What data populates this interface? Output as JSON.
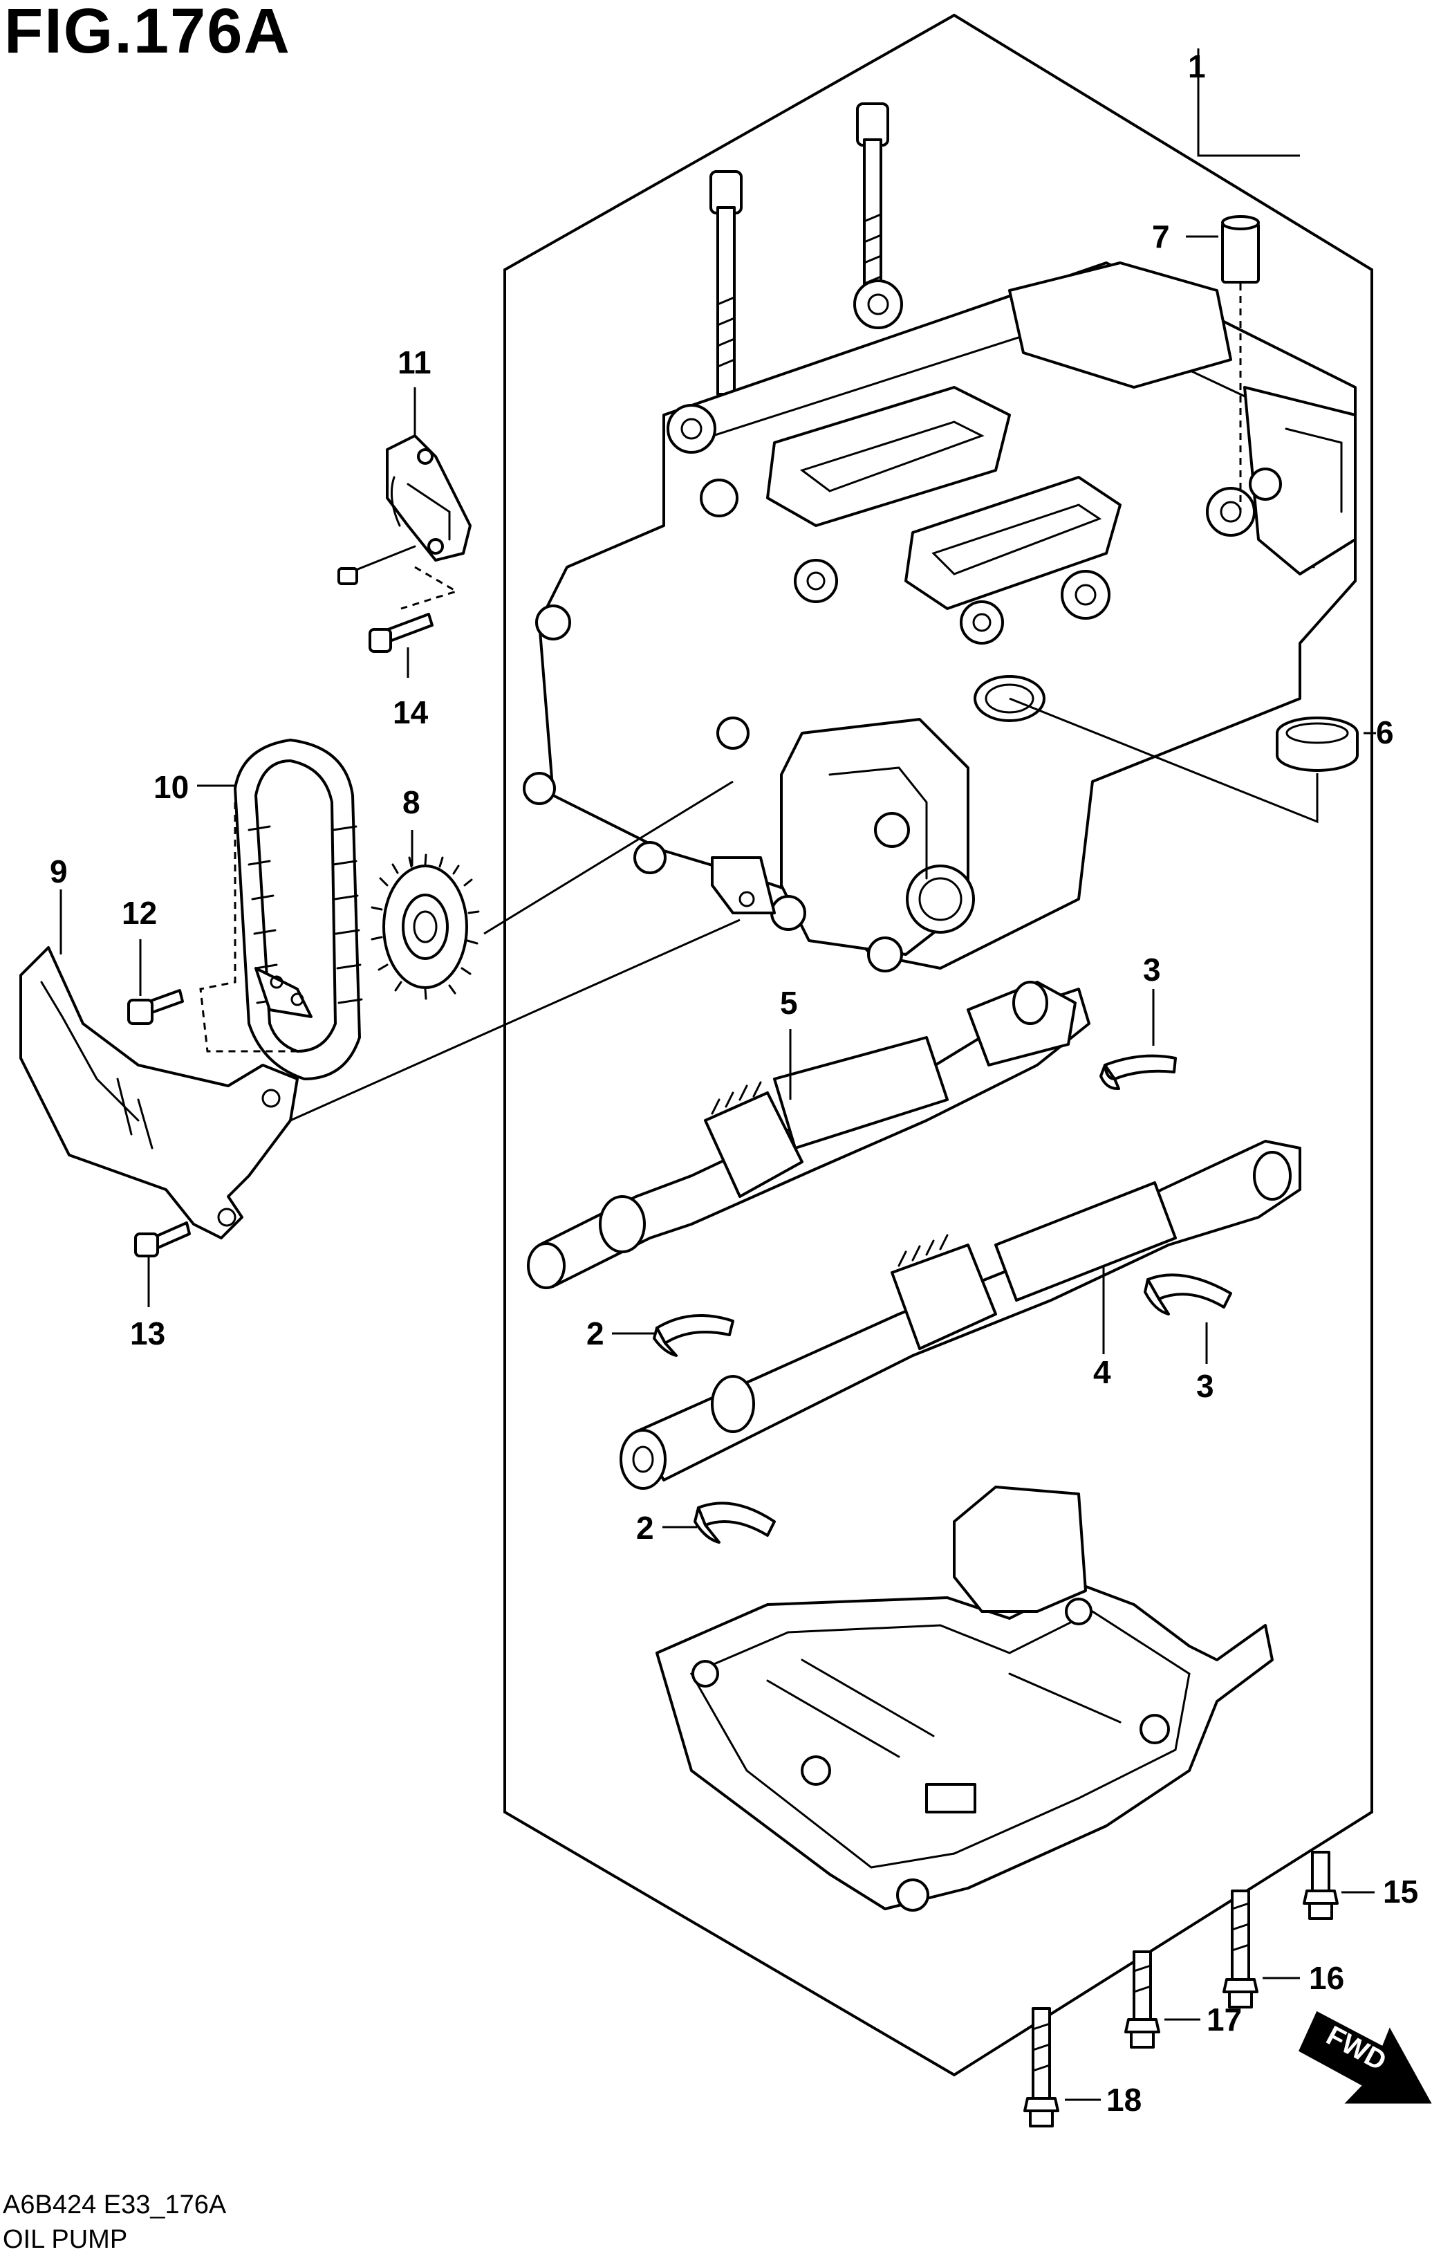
{
  "figure": {
    "title": "FIG.176A",
    "footer_code": "A6B424 E33_176A",
    "footer_name": "OIL PUMP",
    "direction_label": "FWD"
  },
  "callouts": [
    {
      "id": "c1",
      "label": "1"
    },
    {
      "id": "c2a",
      "label": "2"
    },
    {
      "id": "c2b",
      "label": "2"
    },
    {
      "id": "c3a",
      "label": "3"
    },
    {
      "id": "c3b",
      "label": "3"
    },
    {
      "id": "c4",
      "label": "4"
    },
    {
      "id": "c5",
      "label": "5"
    },
    {
      "id": "c6",
      "label": "6"
    },
    {
      "id": "c7",
      "label": "7"
    },
    {
      "id": "c8",
      "label": "8"
    },
    {
      "id": "c9",
      "label": "9"
    },
    {
      "id": "c10",
      "label": "10"
    },
    {
      "id": "c11",
      "label": "11"
    },
    {
      "id": "c12",
      "label": "12"
    },
    {
      "id": "c13",
      "label": "13"
    },
    {
      "id": "c14",
      "label": "14"
    },
    {
      "id": "c15",
      "label": "15"
    },
    {
      "id": "c16",
      "label": "16"
    },
    {
      "id": "c17",
      "label": "17"
    },
    {
      "id": "c18",
      "label": "18"
    }
  ]
}
